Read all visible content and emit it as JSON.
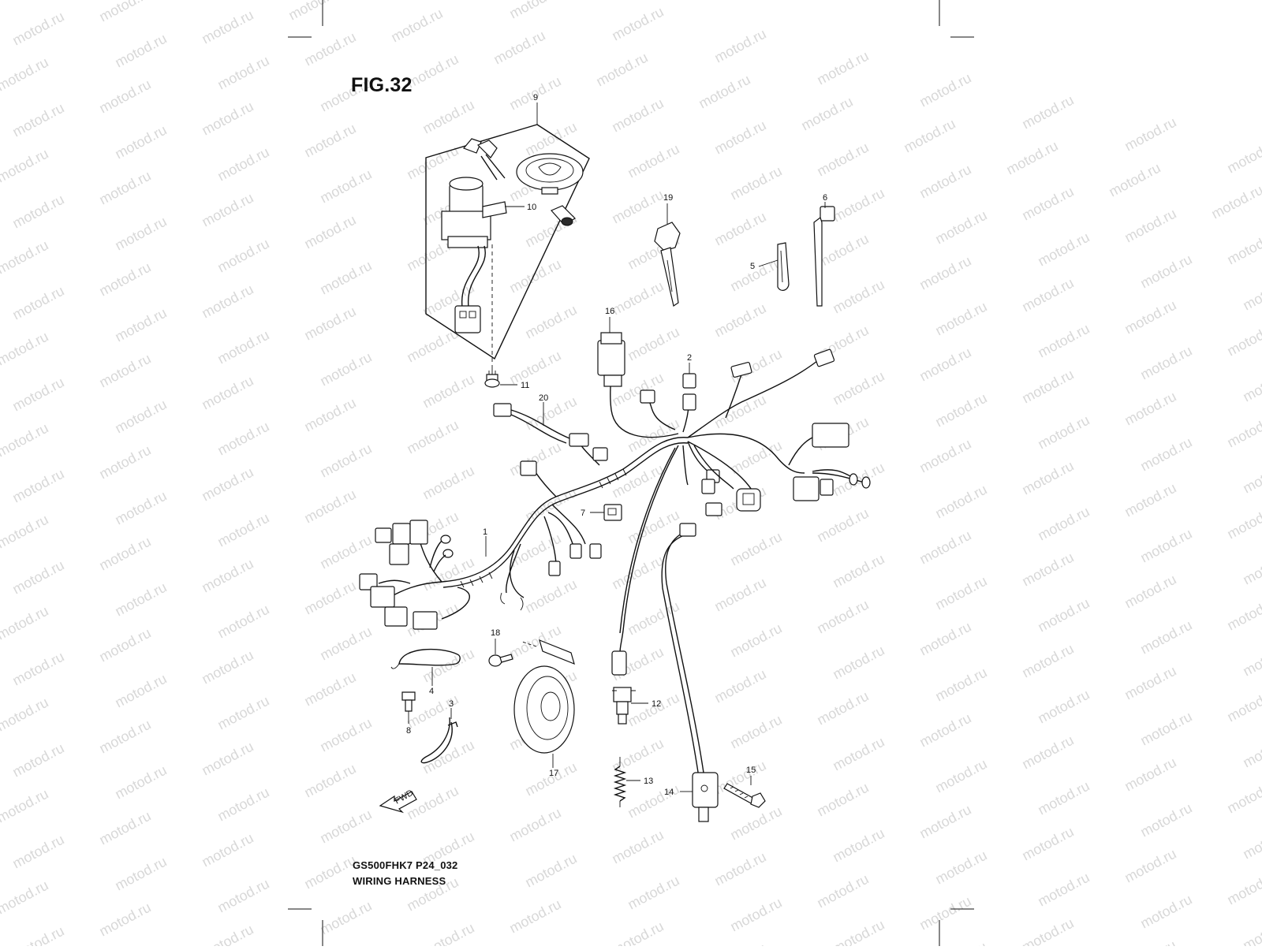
{
  "figure": {
    "title": "FIG.32",
    "model_code": "GS500FHK7 P24_032",
    "caption": "WIRING HARNESS"
  },
  "watermark": {
    "text": "motod.ru",
    "color": "#d8d8d8"
  },
  "fwd_arrow": {
    "label": "FWD"
  },
  "callouts": [
    {
      "id": "callout-9",
      "number": "9"
    },
    {
      "id": "callout-10",
      "number": "10"
    },
    {
      "id": "callout-11",
      "number": "11"
    },
    {
      "id": "callout-19",
      "number": "19"
    },
    {
      "id": "callout-6",
      "number": "6"
    },
    {
      "id": "callout-5",
      "number": "5"
    },
    {
      "id": "callout-16",
      "number": "16"
    },
    {
      "id": "callout-2",
      "number": "2"
    },
    {
      "id": "callout-20",
      "number": "20"
    },
    {
      "id": "callout-7",
      "number": "7"
    },
    {
      "id": "callout-1",
      "number": "1"
    },
    {
      "id": "callout-18",
      "number": "18"
    },
    {
      "id": "callout-4",
      "number": "4"
    },
    {
      "id": "callout-8",
      "number": "8"
    },
    {
      "id": "callout-3",
      "number": "3"
    },
    {
      "id": "callout-17",
      "number": "17"
    },
    {
      "id": "callout-12",
      "number": "12"
    },
    {
      "id": "callout-13",
      "number": "13"
    },
    {
      "id": "callout-14",
      "number": "14"
    },
    {
      "id": "callout-15",
      "number": "15"
    }
  ]
}
